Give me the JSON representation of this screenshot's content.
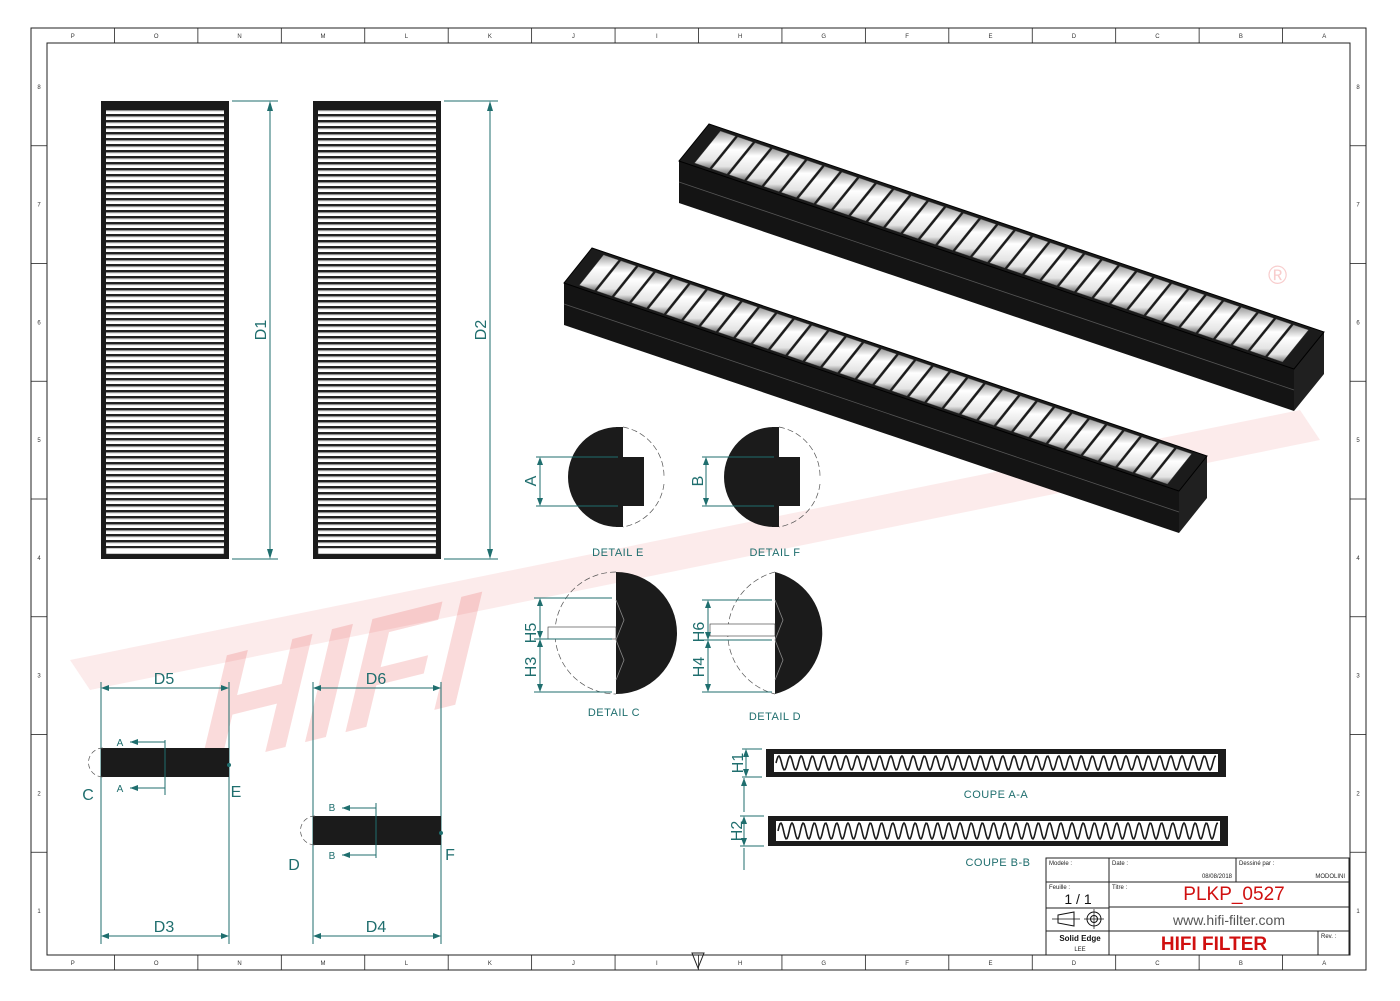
{
  "zones": {
    "top": [
      "P",
      "O",
      "N",
      "M",
      "L",
      "K",
      "J",
      "I",
      "H",
      "G",
      "F",
      "E",
      "D",
      "C",
      "B",
      "A"
    ],
    "side": [
      "8",
      "7",
      "6",
      "5",
      "4",
      "3",
      "2",
      "1"
    ]
  },
  "watermark": {
    "text": "HIFI",
    "registered": "®"
  },
  "dimensions": {
    "d1": "D1",
    "d2": "D2",
    "d3": "D3",
    "d4": "D4",
    "d5": "D5",
    "d6": "D6",
    "a": "A",
    "b": "B",
    "h1": "H1",
    "h2": "H2",
    "h3": "H3",
    "h4": "H4",
    "h5": "H5",
    "h6": "H6"
  },
  "callouts": {
    "c": "C",
    "d": "D",
    "e": "E",
    "f": "F",
    "sec_a": "A",
    "sec_b": "B"
  },
  "view_labels": {
    "detail_e": "DETAIL E",
    "detail_f": "DETAIL F",
    "detail_c": "DETAIL C",
    "detail_d": "DETAIL D",
    "coupe_aa": "COUPE A-A",
    "coupe_bb": "COUPE B-B"
  },
  "title_block": {
    "modele_label": "Modele :",
    "date_label": "Date :",
    "date": "08/08/2018",
    "dessine_label": "Dessiné par :",
    "dessine_value": "MODOLINI",
    "feuille_label": "Feuille :",
    "feuille_value": "1 / 1",
    "titre_label": "Titre :",
    "part_code": "PLKP_0527",
    "url": "www.hifi-filter.com",
    "software": "Solid Edge",
    "software_sub": "LEE",
    "brand": "HIFI FILTER",
    "rev_label": "Rev. :"
  },
  "colors": {
    "accent": "#d01010",
    "dimension": "#1f6e6e",
    "part": "#1b1b1b"
  }
}
